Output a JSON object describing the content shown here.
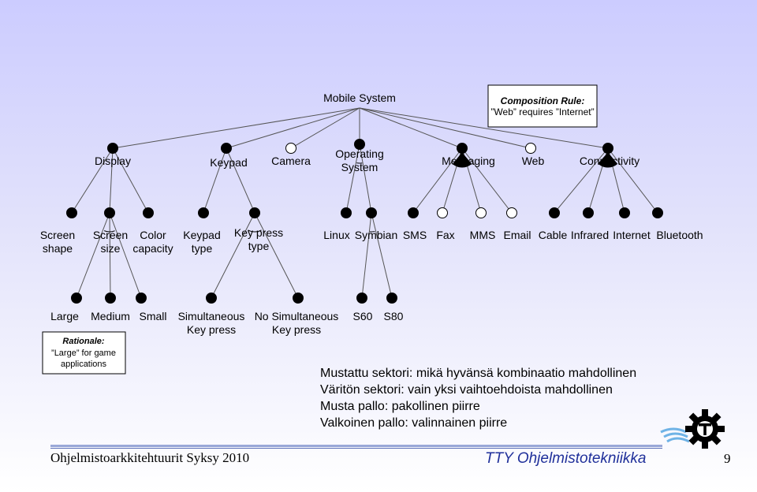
{
  "diagram": {
    "root": "Mobile System",
    "rule": {
      "title": "Composition Rule:",
      "text": "”Web” requires ”Internet”"
    },
    "level1": [
      {
        "id": "display",
        "label": "Display",
        "mandatory": true
      },
      {
        "id": "keypad",
        "label": "Keypad",
        "mandatory": true
      },
      {
        "id": "camera",
        "label": "Camera",
        "mandatory": false
      },
      {
        "id": "os",
        "label": [
          "Operating",
          "System"
        ],
        "mandatory": true
      },
      {
        "id": "messaging",
        "label": "Messaging",
        "mandatory": true
      },
      {
        "id": "web",
        "label": "Web",
        "mandatory": false
      },
      {
        "id": "connectivity",
        "label": "Connectivity",
        "mandatory": true
      }
    ],
    "level2": [
      {
        "id": "screen-shape",
        "label": [
          "Screen",
          "shape"
        ],
        "mandatory": true
      },
      {
        "id": "screen-size",
        "label": [
          "Screen",
          "size"
        ],
        "mandatory": true
      },
      {
        "id": "color-capacity",
        "label": [
          "Color",
          "capacity"
        ],
        "mandatory": true
      },
      {
        "id": "keypad-type",
        "label": [
          "Keypad",
          "type"
        ],
        "mandatory": true
      },
      {
        "id": "key-press-type",
        "label": [
          "Key press",
          "type"
        ],
        "mandatory": true
      },
      {
        "id": "linux",
        "label": "Linux",
        "mandatory": true
      },
      {
        "id": "symbian",
        "label": "Symbian",
        "mandatory": true
      },
      {
        "id": "sms",
        "label": "SMS",
        "mandatory": true
      },
      {
        "id": "fax",
        "label": "Fax",
        "mandatory": false
      },
      {
        "id": "mms",
        "label": "MMS",
        "mandatory": false
      },
      {
        "id": "email",
        "label": "Email",
        "mandatory": false
      },
      {
        "id": "cable",
        "label": "Cable",
        "mandatory": true
      },
      {
        "id": "infrared",
        "label": "Infrared",
        "mandatory": true
      },
      {
        "id": "internet",
        "label": "Internet",
        "mandatory": true
      },
      {
        "id": "bluetooth",
        "label": "Bluetooth",
        "mandatory": true
      }
    ],
    "level3": [
      {
        "id": "large",
        "label": "Large",
        "mandatory": true
      },
      {
        "id": "medium",
        "label": "Medium",
        "mandatory": true
      },
      {
        "id": "small",
        "label": "Small",
        "mandatory": true
      },
      {
        "id": "simultaneous",
        "label": [
          "Simultaneous",
          "Key press"
        ],
        "mandatory": true
      },
      {
        "id": "no-simultaneous",
        "label": [
          "No Simultaneous",
          "Key press"
        ],
        "mandatory": true
      },
      {
        "id": "s60",
        "label": "S60",
        "mandatory": true
      },
      {
        "id": "s80",
        "label": "S80",
        "mandatory": true
      }
    ],
    "rationale": {
      "title": "Rationale:",
      "text": [
        "”Large” for game",
        "applications"
      ]
    }
  },
  "legend": [
    "Mustattu sektori: mikä hyvänsä kombinaatio mahdollinen",
    "Väritön sektori: vain yksi vaihtoehdoista mahdollinen",
    "Musta pallo: pakollinen piirre",
    "Valkoinen pallo: valinnainen piirre"
  ],
  "footer": {
    "course": "Ohjelmistoarkkitehtuurit Syksy 2010",
    "brand": "TTY Ohjelmistotekniikka",
    "page": "9"
  },
  "colors": {
    "brand": "#1f2f9a",
    "line": "#555555"
  },
  "icons": {
    "logo": "gear-logo-icon"
  }
}
